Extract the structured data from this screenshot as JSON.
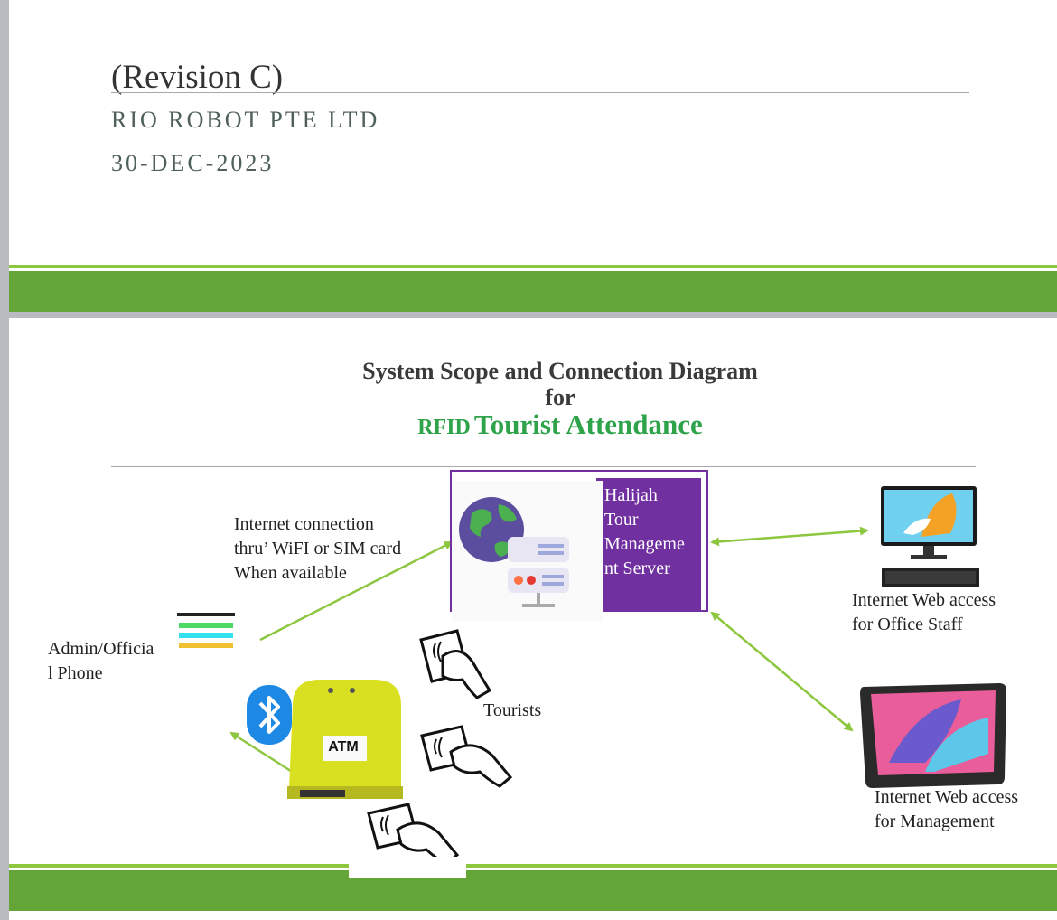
{
  "header": {
    "revision": "(Revision C)",
    "company": "RIO ROBOT PTE LTD",
    "date": "30-DEC-2023"
  },
  "diagram": {
    "title_line1": "System Scope and Connection Diagram",
    "title_line2": "for",
    "title_rfid": "RFID",
    "title_rest": "Tourist Attendance",
    "internet_note": [
      "Internet connection",
      "thru’ WiFI or SIM card",
      "When available"
    ],
    "server_label": [
      "Halijah",
      "Tour",
      "Manageme",
      "nt Server"
    ],
    "admin_label": [
      "Admin/Officia",
      "l Phone"
    ],
    "tourists_label": "Tourists",
    "device_label": "ATM",
    "office_label": [
      "Internet Web access",
      "for Office Staff"
    ],
    "management_label": [
      "Internet Web access",
      "for Management"
    ]
  },
  "colors": {
    "green_band": "#63a537",
    "green_band_light": "#8dc63f",
    "server_purple": "#7030a0",
    "arrow_green": "#8dc63f",
    "title_green": "#2ea34a",
    "device_yellow": "#d9e021",
    "bluetooth_blue": "#1e88e5"
  },
  "icons": [
    "globe-server-icon",
    "phone-app-icon",
    "bluetooth-icon",
    "rfid-card-icon",
    "desktop-monitor-icon",
    "tablet-icon"
  ]
}
